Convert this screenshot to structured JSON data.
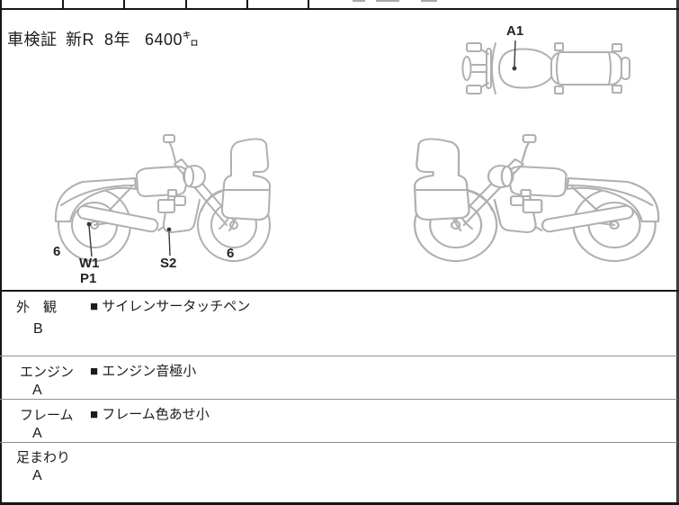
{
  "header": {
    "registration_label": "車検証",
    "registration_era": "新R",
    "registration_year": "8年",
    "mileage": "6400㌔"
  },
  "diagram": {
    "labels": {
      "a1": "A1",
      "rear_six": "6",
      "w1": "W1",
      "p1": "P1",
      "s2": "S2",
      "front_six": "6"
    }
  },
  "inspection_rows": [
    {
      "label": "外　観",
      "grade": "B",
      "comment": "■ サイレンサータッチペン"
    },
    {
      "label": "エンジン",
      "grade": "A",
      "comment": "■ エンジン音極小"
    },
    {
      "label": "フレーム",
      "grade": "A",
      "comment": "■ フレーム色あせ小"
    },
    {
      "label": "足まわり",
      "grade": "A",
      "comment": ""
    }
  ],
  "colors": {
    "line_art": "#b0b0b0",
    "pointer": "#3a3a3a",
    "border_dark": "#161616",
    "divider_light": "#8f8f8f",
    "text": "#1c1c1c"
  }
}
